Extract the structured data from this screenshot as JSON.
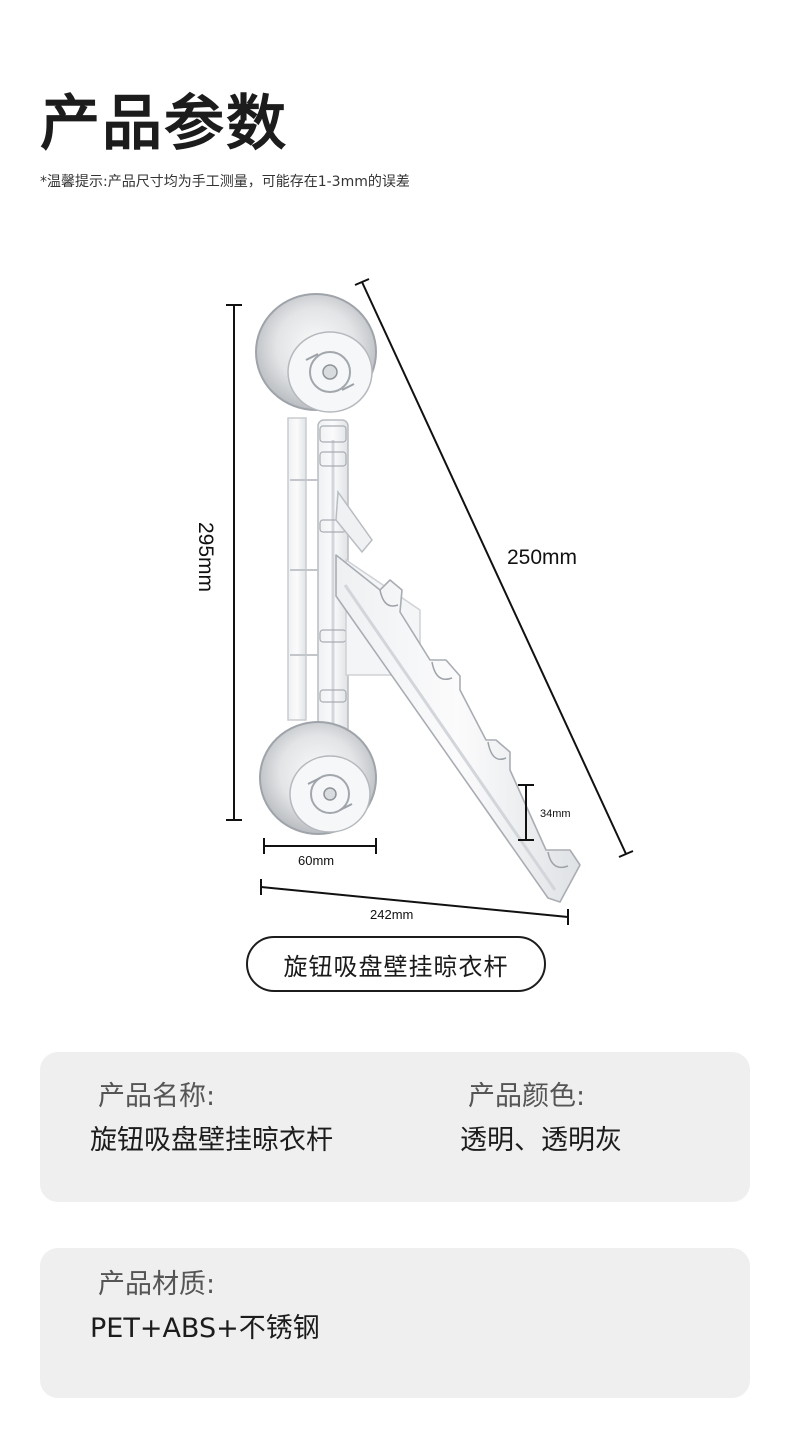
{
  "header": {
    "title": "产品参数",
    "tip": "*温馨提示:产品尺寸均为手工测量，可能存在1-3mm的误差"
  },
  "diagram": {
    "height_label": "295mm",
    "diagonal_label": "250mm",
    "width_label": "60mm",
    "depth_label": "242mm",
    "slot_label": "34mm"
  },
  "product_pill": "旋钮吸盘壁挂晾衣杆",
  "specs": {
    "name_label": "产品名称:",
    "name_value": "旋钮吸盘壁挂晾衣杆",
    "color_label": "产品颜色:",
    "color_value": "透明、透明灰",
    "material_label": "产品材质:",
    "material_value": "PET+ABS+不锈钢"
  },
  "colors": {
    "card_bg": "#efefef",
    "text_dark": "#1c1c1c",
    "text_label": "#555555"
  }
}
